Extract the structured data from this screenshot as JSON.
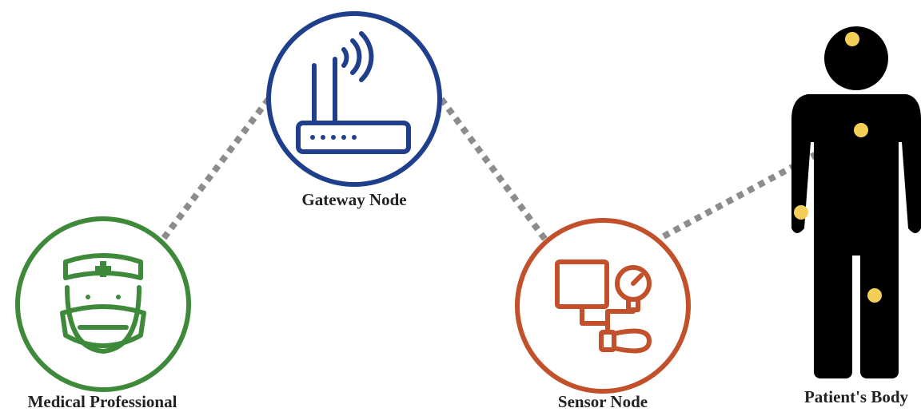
{
  "nodes": {
    "gateway": {
      "label": "Gateway Node",
      "color": "#1f3f8c",
      "icon": "wifi-router-icon"
    },
    "medical": {
      "label": "Medical Professional",
      "color": "#3f8a3a",
      "icon": "nurse-icon"
    },
    "sensor": {
      "label": "Sensor Node",
      "color": "#c2502a",
      "icon": "blood-pressure-monitor-icon"
    },
    "patient": {
      "label": "Patient's Body",
      "color": "#000000",
      "sensor_dot_color": "#f4cf58",
      "icon": "human-body-icon"
    }
  },
  "link_color": "#8c8c8c"
}
